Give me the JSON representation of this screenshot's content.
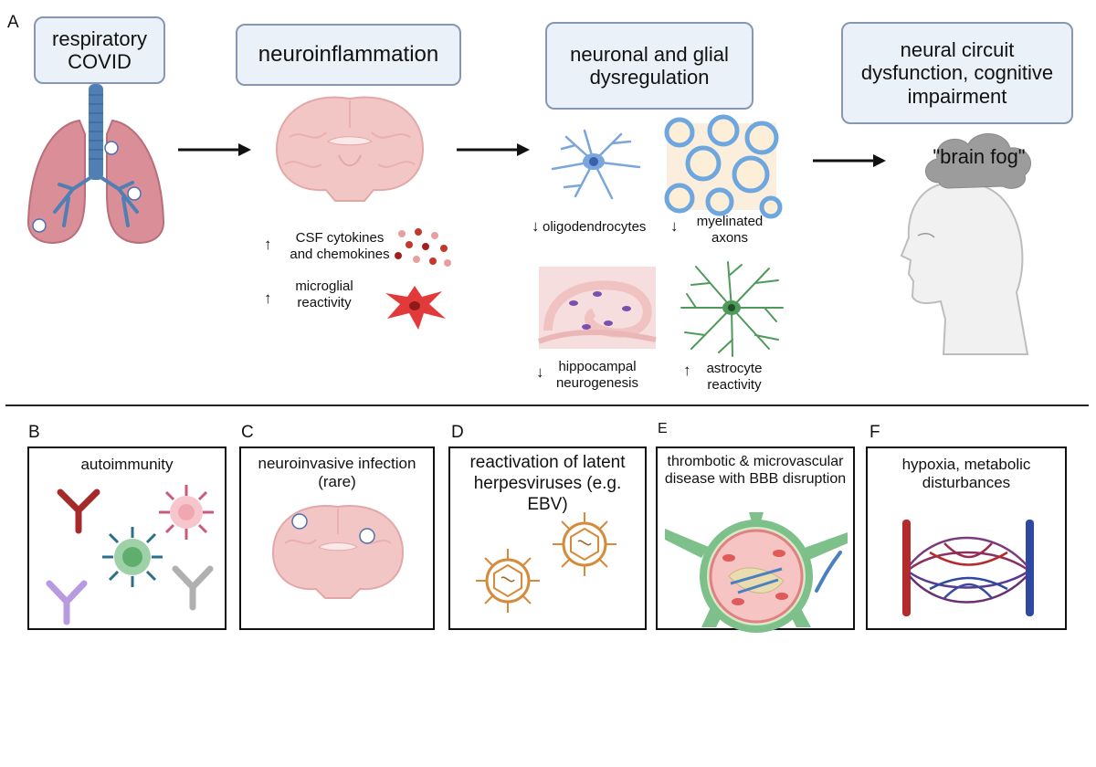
{
  "panel_a": {
    "letter": "A",
    "stage1": "respiratory COVID",
    "stage2": "neuroinflammation",
    "stage3": "neuronal and glial dysregulation",
    "stage4": "neural circuit dysfunction, cognitive impairment",
    "cloud_text": "\"brain fog\"",
    "labels": {
      "csf": "CSF cytokines and chemokines",
      "microglial": "microglial reactivity",
      "oligo": "oligodendrocytes",
      "myelin": "myelinated axons",
      "hippo": "hippocampal neurogenesis",
      "astro": "astrocyte reactivity"
    },
    "arrows": {
      "up": "↑",
      "down": "↓"
    }
  },
  "panel_b": {
    "letter": "B",
    "title": "autoimmunity"
  },
  "panel_c": {
    "letter": "C",
    "title": "neuroinvasive infection (rare)"
  },
  "panel_d": {
    "letter": "D",
    "title": "reactivation of latent herpesviruses (e.g. EBV)"
  },
  "panel_e": {
    "letter": "E",
    "title": "thrombotic & microvascular disease with BBB disruption"
  },
  "panel_f": {
    "letter": "F",
    "title": "hypoxia, metabolic disturbances"
  },
  "colors": {
    "box_fill": "#eaf1f8",
    "box_border": "#8797b3",
    "lung": "#d98e98",
    "airway": "#4f7fb3",
    "brain": "#f3c6c6",
    "oligo": "#7aa5dd",
    "microglia": "#e23a3a",
    "astro": "#4f9a5a",
    "virus": "#d68a3a",
    "artery": "#b52a2a",
    "vein": "#2d4aa0"
  }
}
